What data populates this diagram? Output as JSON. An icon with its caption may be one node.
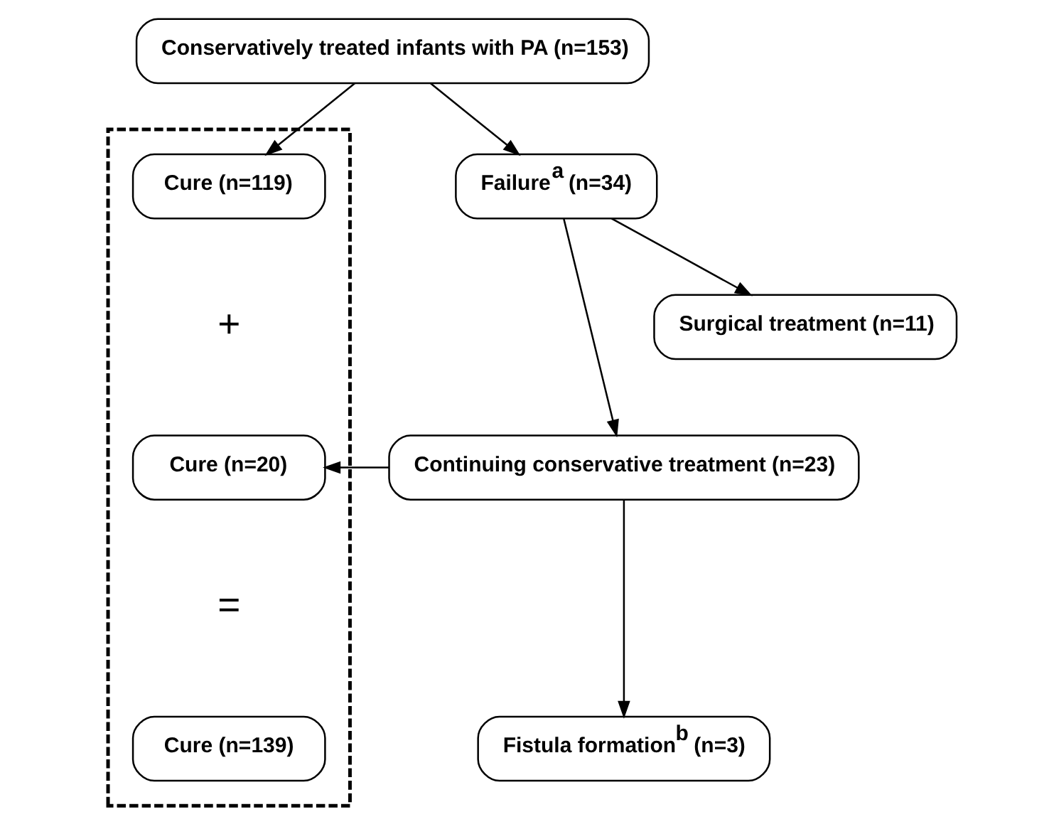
{
  "diagram": {
    "nodes": [
      {
        "text": [
          "Conservatively treated infants with PA (n=153)"
        ]
      },
      {
        "text": [],
        "shape": "box"
      },
      {
        "text": [
          "Cure (n=119)"
        ],
        "in": 1
      },
      {
        "text": [
          "Failure$^{a}$ (n=34)"
        ]
      },
      {
        "text": [
          "Cure (n=20)"
        ],
        "in": 1
      },
      {
        "text": [
          "Continuing conservative treatment (n=23)"
        ]
      },
      {
        "text": [
          "Surgical treatment (n=11)"
        ]
      },
      {
        "text": [
          "Cure (n=139)"
        ],
        "in": 1
      },
      {
        "text": [
          "Fistula formation$^{b}$ (n=3)"
        ]
      }
    ],
    "edges": [
      {
        "from": 0,
        "to": 2,
        "arrow": "to"
      },
      {
        "from": 0,
        "to": 3,
        "arrow": "to"
      },
      {
        "from": 3,
        "to": 5,
        "arrow": "to"
      },
      {
        "from": 3,
        "to": 6,
        "arrow": "to"
      },
      {
        "from": 5,
        "to": 4,
        "arrow": "to"
      },
      {
        "from": 5,
        "to": 8,
        "arrow": "to"
      }
    ],
    "labels": [
      "+",
      "="
    ]
  }
}
